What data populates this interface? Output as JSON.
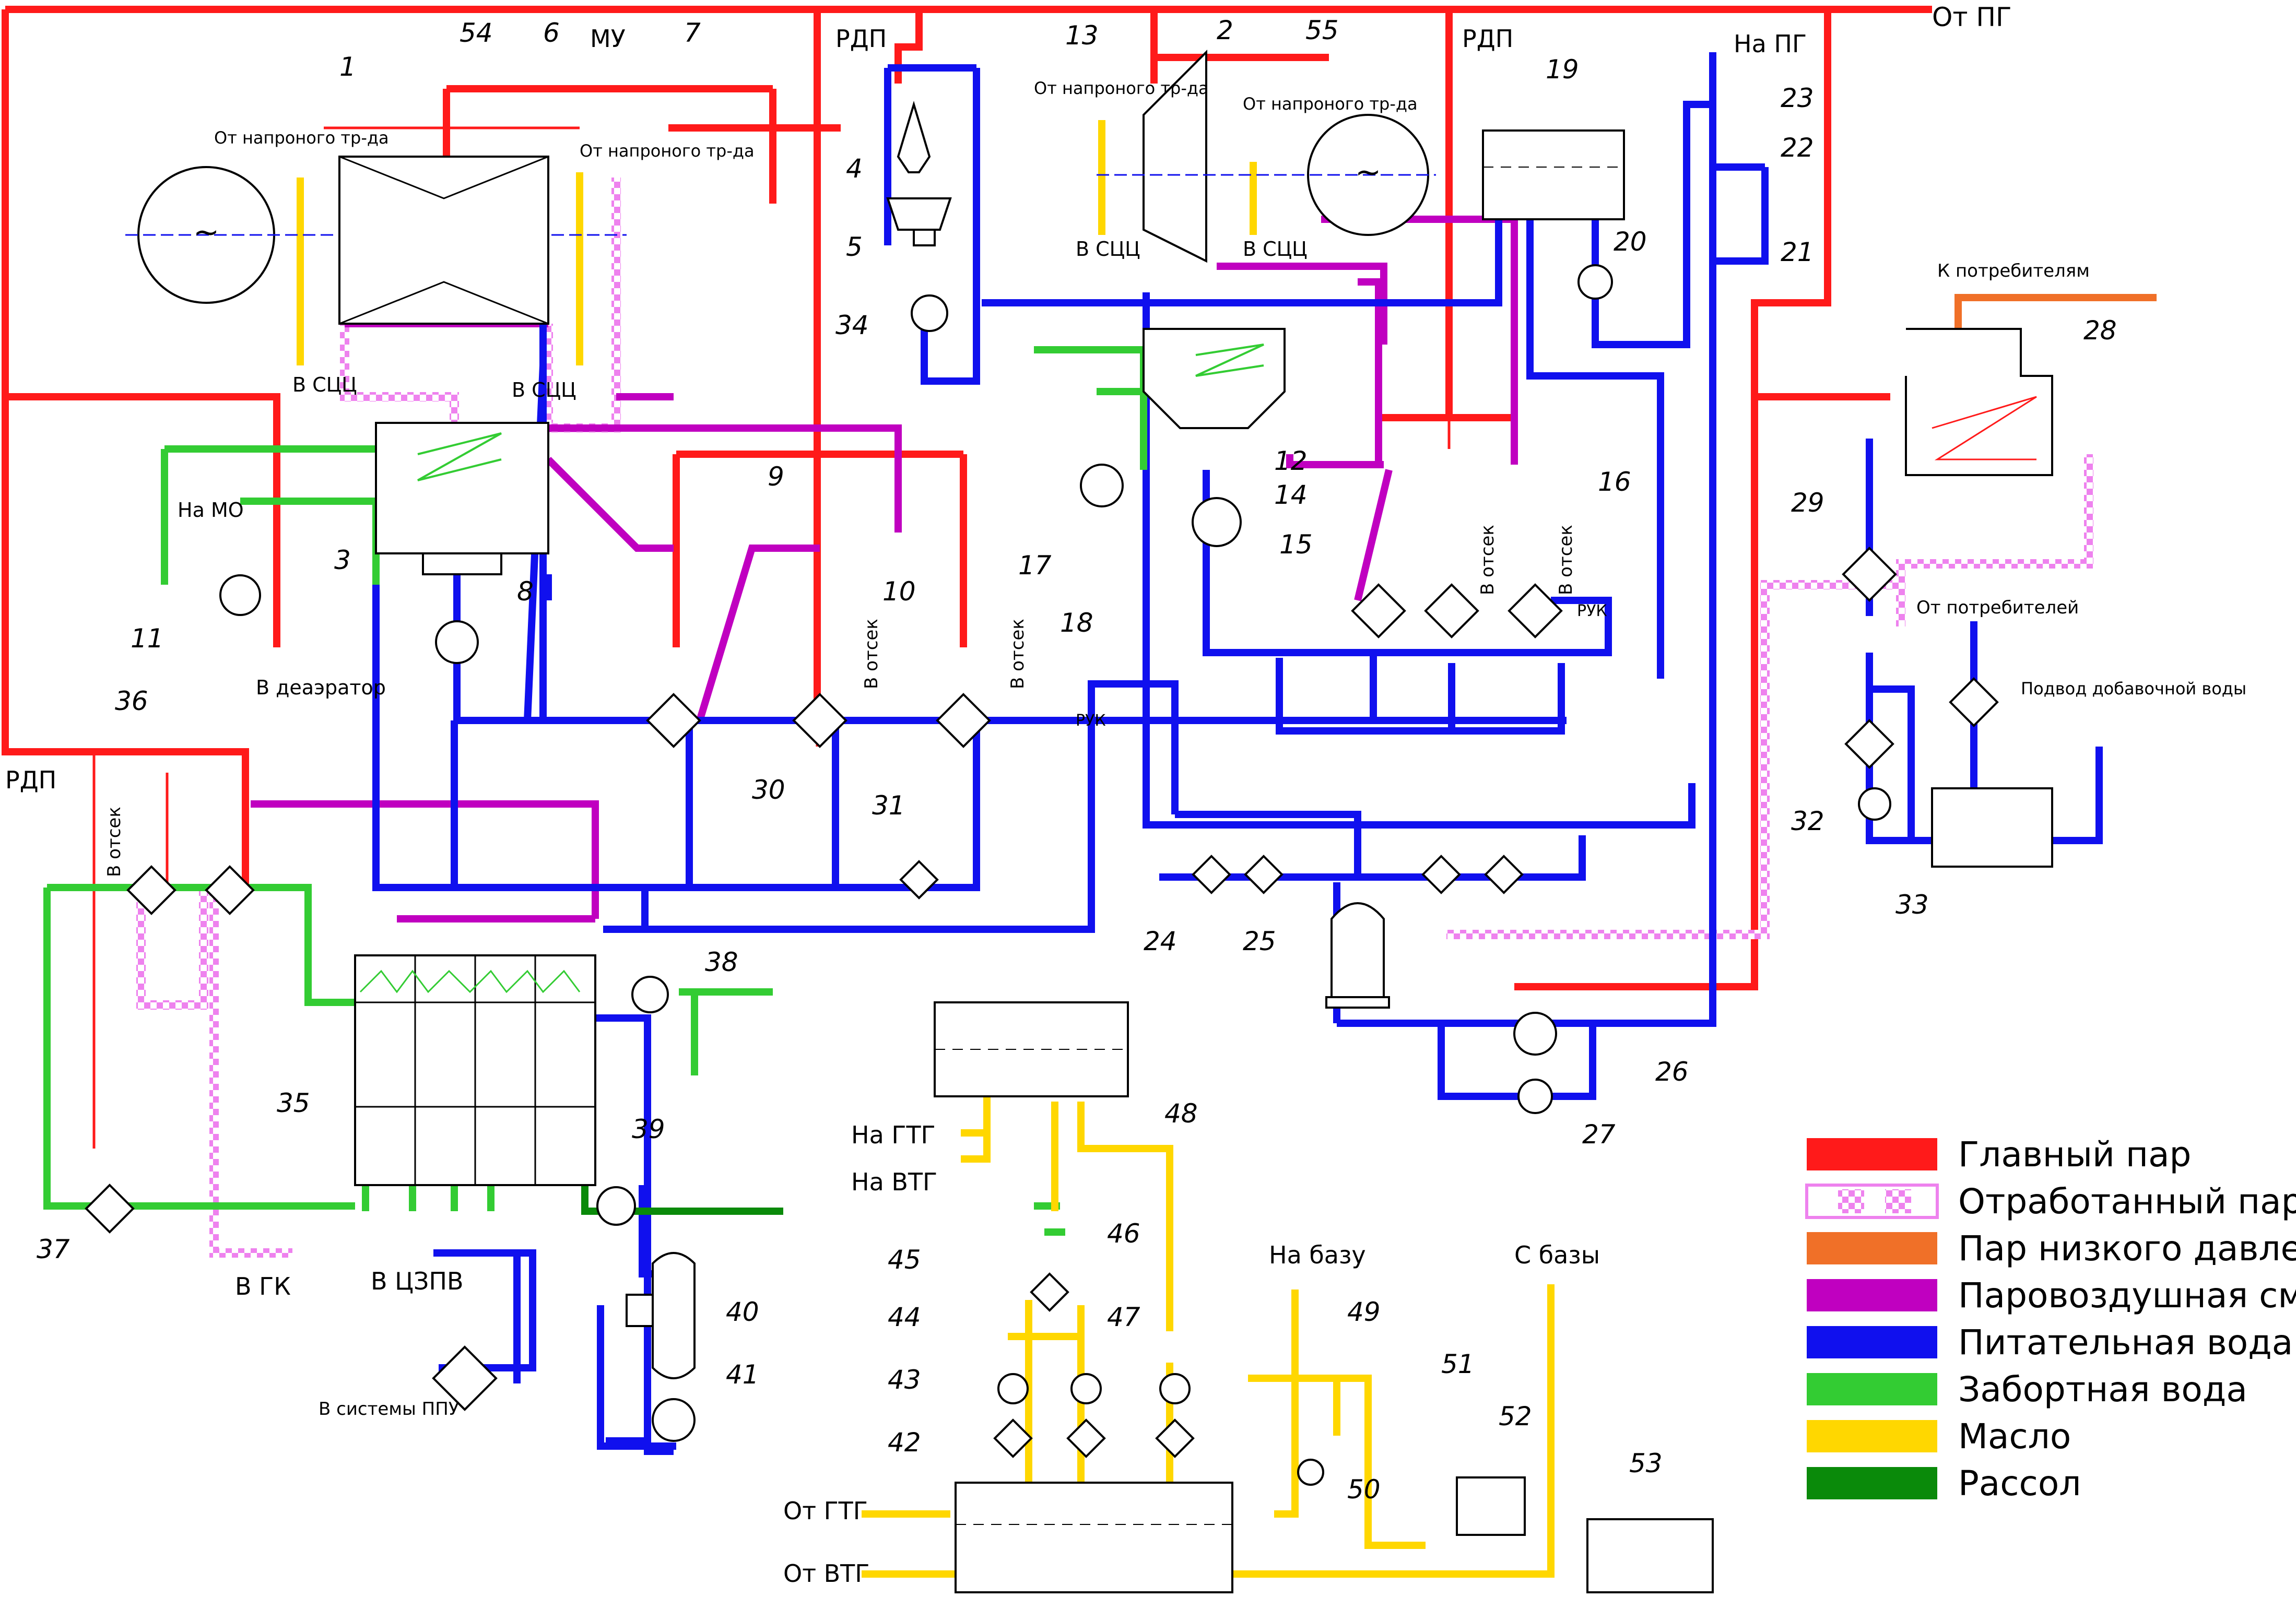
{
  "labels": {
    "from_pg": "От ПГ",
    "rdp": "РДП",
    "mu": "МУ",
    "na_pg": "На ПГ",
    "from_pressure_pipe": "От напроного тр-да",
    "to_scc": "В СЦЦ",
    "na_mo": "На МО",
    "to_deaerator": "В деаэратор",
    "to_compartment": "В отсек",
    "ruk": "РУК",
    "to_consumers": "К потребителям",
    "from_consumers": "От потребителей",
    "makeup_water": "Подвод добавочной воды",
    "to_gk": "В ГК",
    "to_czpv": "В ЦЗПВ",
    "to_ppu": "В системы ППУ",
    "na_gtg": "На ГТГ",
    "na_vtg": "На ВТГ",
    "from_gtg": "От ГТГ",
    "from_vtg": "От ВТГ",
    "to_base": "На базу",
    "from_base": "С базы"
  },
  "positions": {
    "p1": "1",
    "p2": "2",
    "p3": "3",
    "p4": "4",
    "p5": "5",
    "p6": "6",
    "p7": "7",
    "p8": "8",
    "p9": "9",
    "p10": "10",
    "p11": "11",
    "p12": "12",
    "p13": "13",
    "p14": "14",
    "p15": "15",
    "p16": "16",
    "p17": "17",
    "p18": "18",
    "p19": "19",
    "p20": "20",
    "p21": "21",
    "p22": "22",
    "p23": "23",
    "p24": "24",
    "p25": "25",
    "p26": "26",
    "p27": "27",
    "p28": "28",
    "p29": "29",
    "p30": "30",
    "p31": "31",
    "p32": "32",
    "p33": "33",
    "p34": "34",
    "p35": "35",
    "p36": "36",
    "p37": "37",
    "p38": "38",
    "p39": "39",
    "p40": "40",
    "p41": "41",
    "p42": "42",
    "p43": "43",
    "p44": "44",
    "p45": "45",
    "p46": "46",
    "p47": "47",
    "p48": "48",
    "p49": "49",
    "p50": "50",
    "p51": "51",
    "p52": "52",
    "p53": "53",
    "p54": "54",
    "p55": "55"
  },
  "legend": [
    {
      "label": "Главный пар",
      "color": "#ff1a1a",
      "pattern": "solid"
    },
    {
      "label": "Отработанный пар",
      "color": "#ee82ee",
      "pattern": "checker"
    },
    {
      "label": "Пар низкого давления",
      "color": "#f07028",
      "pattern": "solid"
    },
    {
      "label": "Паровоздушная смесь",
      "color": "#c000c0",
      "pattern": "solid"
    },
    {
      "label": "Питательная вода",
      "color": "#1010ee",
      "pattern": "solid"
    },
    {
      "label": "Забортная вода",
      "color": "#33cc33",
      "pattern": "solid"
    },
    {
      "label": "Масло",
      "color": "#ffd700",
      "pattern": "solid"
    },
    {
      "label": "Рассол",
      "color": "#0a8a0a",
      "pattern": "solid"
    }
  ],
  "colors": {
    "main_steam": "#ff1a1a",
    "exhaust_steam": "#ee82ee",
    "lp_steam": "#f07028",
    "air_steam": "#c000c0",
    "feed_water": "#1010ee",
    "sea_water": "#33cc33",
    "oil": "#ffd700",
    "brine": "#0a8a0a"
  },
  "icons": {
    "generator_symbol": "~"
  }
}
